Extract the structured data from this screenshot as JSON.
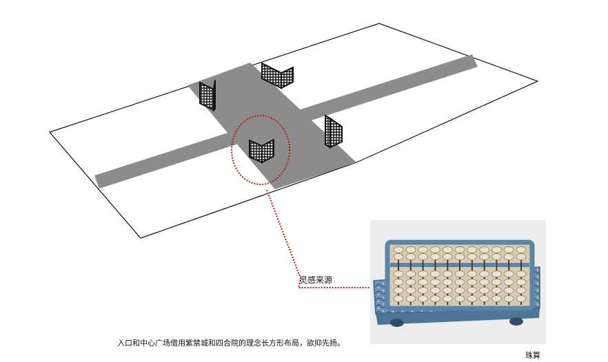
{
  "labels": {
    "inspiration": "灵感来源",
    "caption": "入口和中心广场借用紫禁城和四合院的理念长方形布局，欲抑先扬。",
    "photo_caption": "珠算"
  },
  "colors": {
    "road": "#8c8c8c",
    "callout": "#c0141b",
    "screen_frame": "#1a1a1a",
    "abacus_frame": "#5b84a6",
    "abacus_bead": "#e8e2cf"
  }
}
